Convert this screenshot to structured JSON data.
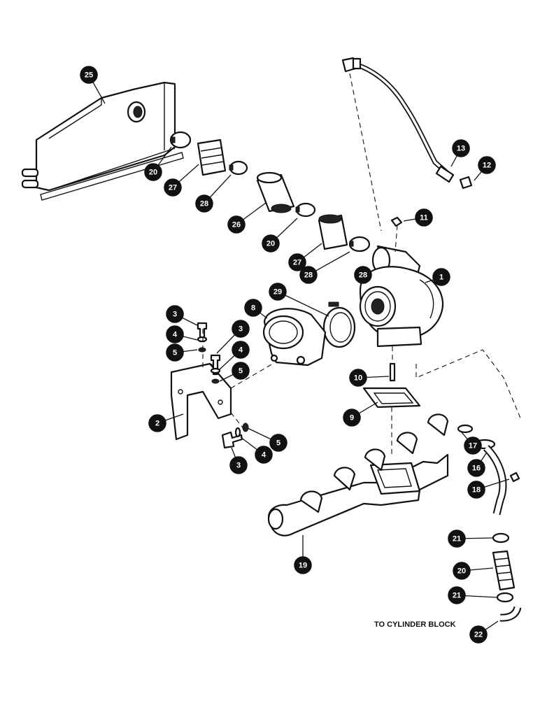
{
  "caption": "TO CYLINDER BLOCK",
  "callouts": [
    "1",
    "2",
    "3",
    "3",
    "3",
    "4",
    "4",
    "4",
    "5",
    "5",
    "5",
    "8",
    "9",
    "10",
    "11",
    "12",
    "13",
    "16",
    "17",
    "18",
    "19",
    "20",
    "20",
    "20",
    "21",
    "21",
    "22",
    "25",
    "26",
    "27",
    "27",
    "28",
    "28",
    "28",
    "29"
  ]
}
